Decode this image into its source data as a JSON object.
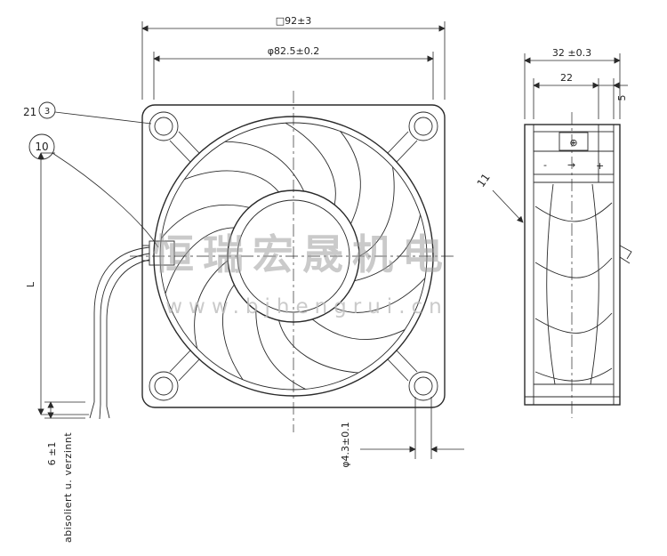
{
  "watermark": {
    "brand": "恒瑞宏晟机电",
    "url": "www.bjhengrui.cn"
  },
  "front": {
    "dim_outer": "□92±3",
    "dim_bolt_circle": "φ82.5±0.2",
    "dim_hole": "φ4.3±0.1",
    "dim_wire_strip": "6 ±1",
    "dim_length": "L",
    "note": "abisoliert u. verzinnt",
    "balloon_10": "10",
    "label_21": "21",
    "balloon_3": "3"
  },
  "side": {
    "dim_width": "32 ±0.3",
    "dim_depth": "22",
    "dim_flange": "5",
    "label_11": "11",
    "terminal": {
      "symbol": "⊕",
      "minus": "-",
      "arrow": "→",
      "plus": "+"
    }
  }
}
